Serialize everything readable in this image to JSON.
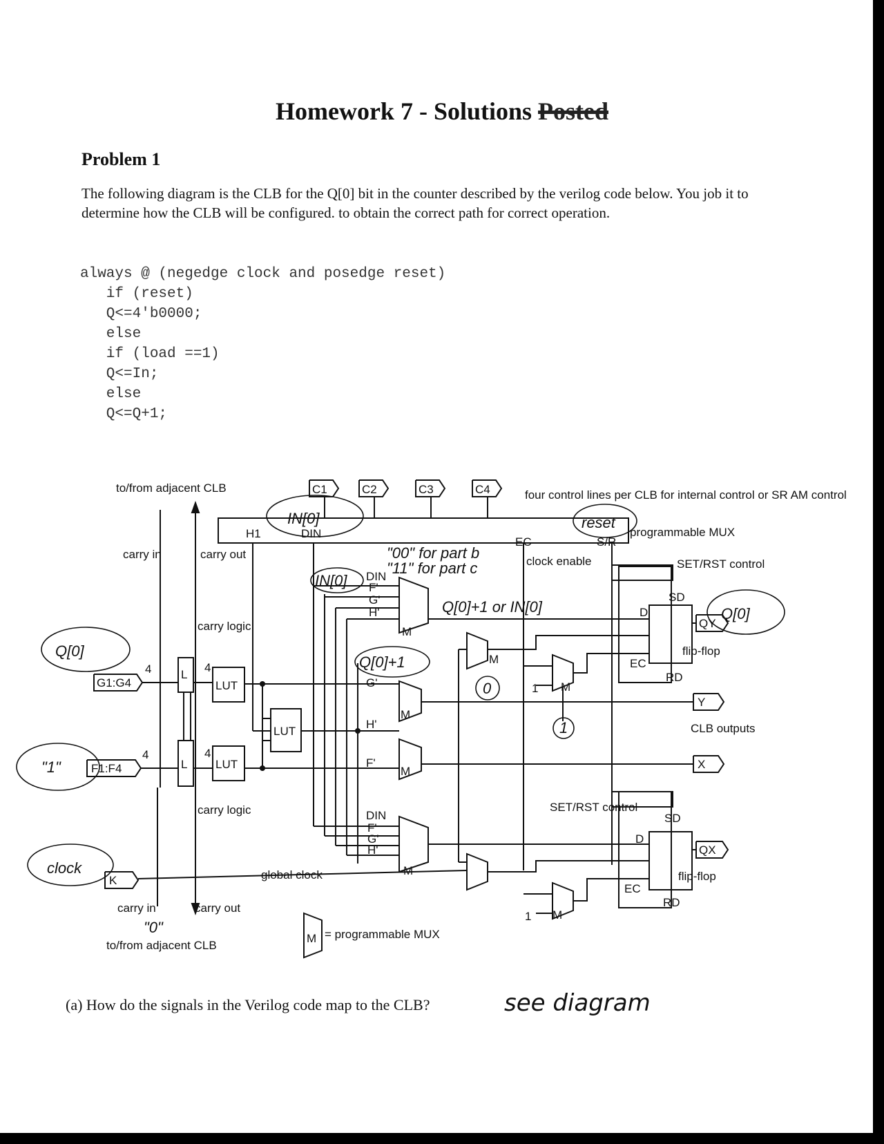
{
  "title": {
    "text": "Homework 7 - Solutions",
    "struck": "Posted"
  },
  "problem": "Problem 1",
  "intro": "The following diagram is the CLB for the Q[0] bit in the counter described by the verilog code below. You job it to determine how the CLB will be configured. to obtain the correct path for correct operation.",
  "code": [
    "always @ (negedge clock and posedge reset)",
    "   if (reset)",
    "   Q<=4'b0000;",
    "   else",
    "   if (load ==1)",
    "   Q<=In;",
    "   else",
    "   Q<=Q+1;"
  ],
  "diagram": {
    "adjacent_top": "to/from adjacent CLB",
    "adjacent_bottom": "to/from adjacent CLB",
    "carry_in": "carry in",
    "carry_out": "carry out",
    "carry_logic": "carry logic",
    "four": "4",
    "controls": [
      "C1",
      "C2",
      "C3",
      "C4"
    ],
    "control_note": "four control lines per CLB for internal control or SR AM control",
    "bus": {
      "h1": "H1",
      "din": "DIN",
      "ec": "EC",
      "sr": "S/R"
    },
    "prog_mux": "programmable MUX",
    "clock_enable": "clock enable",
    "set_reset_control": "SET/RST control",
    "sd": "SD",
    "rd": "RD",
    "d": "D",
    "ec": "EC",
    "flip_flop": "flip-flop",
    "qy": "QY",
    "qx": "QX",
    "y": "Y",
    "x": "X",
    "clb_outputs": "CLB outputs",
    "g_inputs": "G1:G4",
    "f_inputs": "F1:F4",
    "k": "K",
    "lut": "LUT",
    "m": "M",
    "mux_in": {
      "din": "DIN",
      "f": "F'",
      "g": "G'",
      "h": "H'"
    },
    "global_clock": "global clock",
    "one": "1",
    "legend": "= programmable MUX",
    "annotations": {
      "in0_bus": "IN[0]",
      "reset": "reset",
      "in0_mux": "IN[0]",
      "part_b": "\"00\" for part b",
      "part_c": "\"11\" for part c",
      "mux_out": "Q[0]+1  or IN[0]",
      "q0_out": "Q[0]",
      "q0_in": "Q[0]",
      "q0_plus": "Q[0]+1",
      "zero": "0",
      "one": "1",
      "f_in": "\"1\"",
      "clock": "clock",
      "carry_zero": "\"0\""
    }
  },
  "question": "(a) How do the signals in the Verilog code map to the CLB?",
  "answer": "see diagram"
}
